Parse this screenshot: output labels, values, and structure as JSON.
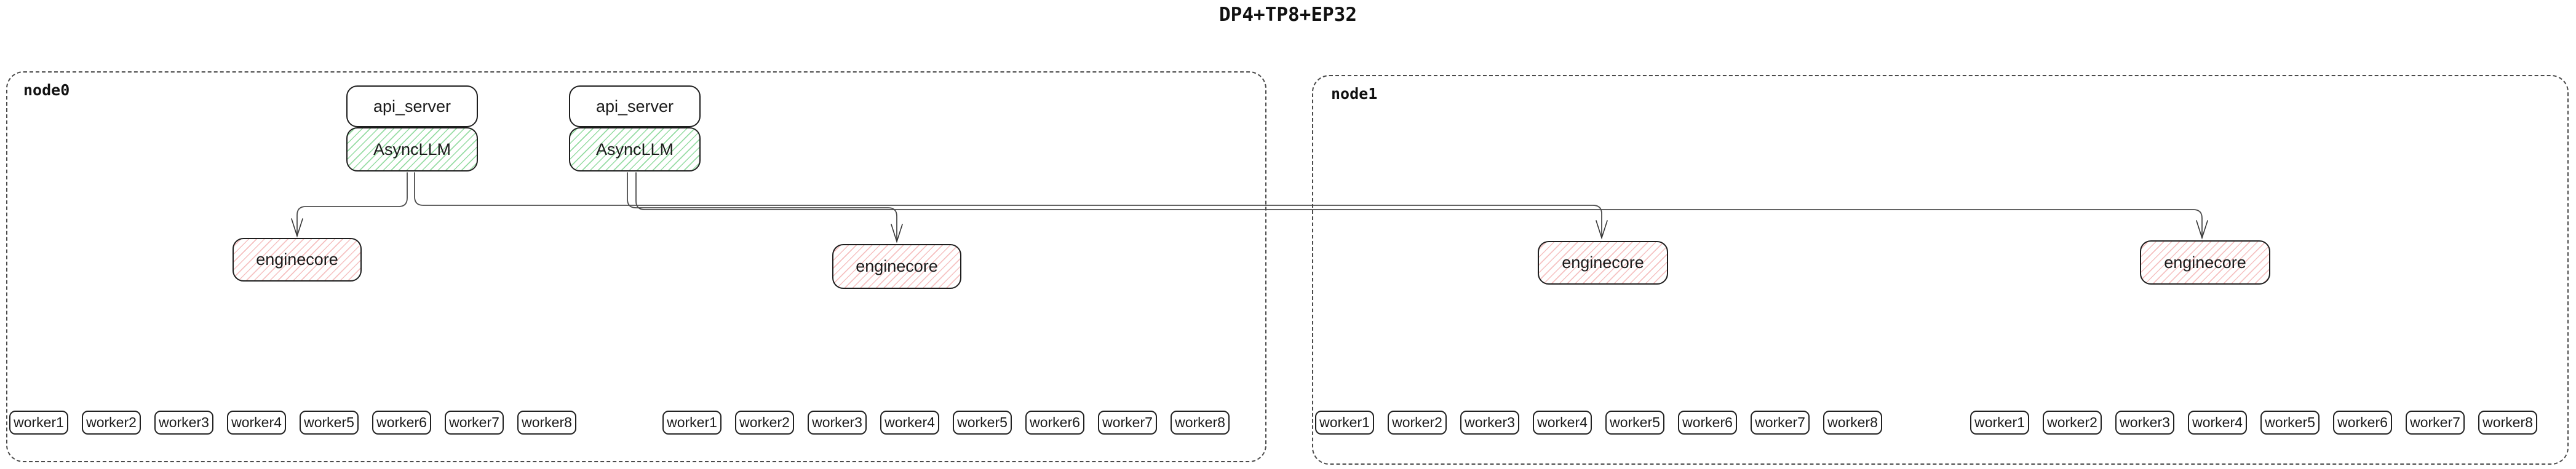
{
  "title": "DP4+TP8+EP32",
  "colors": {
    "background": "#ffffff",
    "box_border": "#1e1e1e",
    "node_border_dashed": "#4a4a4a",
    "green_hatch": "#40c057",
    "red_hatch": "#e03131",
    "connector": "#4d4d4d"
  },
  "node0": {
    "label": "node0",
    "stacks": [
      {
        "api_label": "api_server",
        "llm_label": "AsyncLLM"
      },
      {
        "api_label": "api_server",
        "llm_label": "AsyncLLM"
      }
    ],
    "enginecores": [
      {
        "label": "enginecore"
      },
      {
        "label": "enginecore"
      }
    ],
    "worker_groups": [
      [
        "worker1",
        "worker2",
        "worker3",
        "worker4",
        "worker5",
        "worker6",
        "worker7",
        "worker8"
      ],
      [
        "worker1",
        "worker2",
        "worker3",
        "worker4",
        "worker5",
        "worker6",
        "worker7",
        "worker8"
      ]
    ]
  },
  "node1": {
    "label": "node1",
    "enginecores": [
      {
        "label": "enginecore"
      },
      {
        "label": "enginecore"
      }
    ],
    "worker_groups": [
      [
        "worker1",
        "worker2",
        "worker3",
        "worker4",
        "worker5",
        "worker6",
        "worker7",
        "worker8"
      ],
      [
        "worker1",
        "worker2",
        "worker3",
        "worker4",
        "worker5",
        "worker6",
        "worker7",
        "worker8"
      ]
    ]
  }
}
